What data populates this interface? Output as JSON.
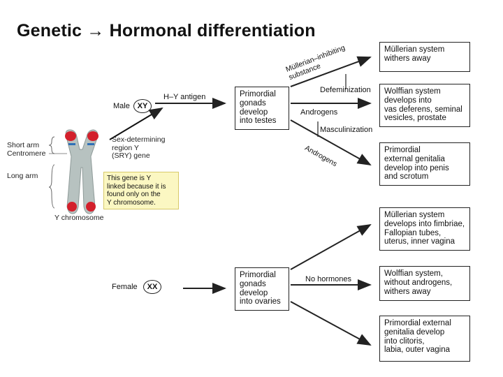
{
  "title": "Genetic → Hormonal differentiation",
  "chromosome": {
    "short_arm": "Short arm",
    "centromere": "Centromere",
    "long_arm": "Long arm",
    "caption": "Y chromosome",
    "sry_label": "Sex-determining\nregion Y\n(SRY) gene",
    "note": "This gene is Y\nlinked because it is\nfound only on the\nY chromosome."
  },
  "male": {
    "label": "Male",
    "karyotype": "XY",
    "antigen": "H–Y antigen",
    "gonads_box": "Primordial\ngonads\ndevelop\ninto testes",
    "mis_label": "Müllerian–inhibiting\nsubstance",
    "defeminization": "Defeminization",
    "androgens": "Androgens",
    "masculinization": "Masculinization",
    "androgens_diag": "Androgens",
    "outcome_1": "Müllerian system\nwithers away",
    "outcome_2": "Wolffian system\ndevelops into\nvas deferens, seminal\nvesicles, prostate",
    "outcome_3": "Primordial\nexternal genitalia\ndevelop into penis\nand scrotum"
  },
  "female": {
    "label": "Female",
    "karyotype": "XX",
    "gonads_box": "Primordial\ngonads\ndevelop\ninto ovaries",
    "no_hormones": "No hormones",
    "outcome_1": "Müllerian system\ndevelops into fimbriae,\nFallopian tubes,\nuterus, inner vagina",
    "outcome_2": "Wolffian system,\nwithout androgens,\nwithers away",
    "outcome_3": "Primordial external\ngenitalia develop\ninto clitoris,\nlabia, outer vagina"
  }
}
